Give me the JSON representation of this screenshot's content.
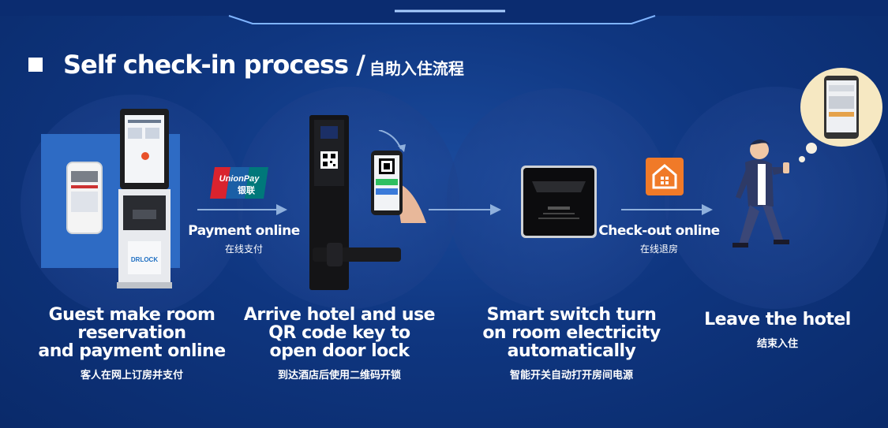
{
  "header": {
    "title_en": "Self check-in process /",
    "title_zh": "自助入住流程"
  },
  "steps": [
    {
      "en_lines": [
        "Guest make room",
        "reservation",
        "and payment online"
      ],
      "zh": "客人在网上订房并支付"
    },
    {
      "en_lines": [
        "Arrive hotel and use",
        "QR code key to",
        "open door lock"
      ],
      "zh": "到达酒店后使用二维码开锁"
    },
    {
      "en_lines": [
        "Smart switch turn",
        "on room electricity",
        "automatically"
      ],
      "zh": "智能开关自动打开房间电源"
    },
    {
      "en_lines": [
        "Leave the hotel"
      ],
      "zh": "结束入住"
    }
  ],
  "connectors": [
    {
      "en": "Payment online",
      "zh": "在线支付"
    },
    {
      "en": "Check-out online",
      "zh": "在线退房"
    }
  ],
  "images": {
    "unionpay_line1": "UnionPay",
    "unionpay_line2": "银联",
    "kiosk_brand": "DRLOCK"
  },
  "colors": {
    "background": "#0f3680",
    "circle": "#2a55a8",
    "arrow": "#8fb0dc",
    "text": "#ffffff",
    "house_icon": "#f07a28",
    "unionpay_red": "#d9232e",
    "unionpay_blue": "#1b5fa6",
    "unionpay_green": "#00787a"
  },
  "icons": [
    "bullet-square-icon",
    "unionpay-logo",
    "house-icon",
    "arrow-right-icon",
    "qr-code-icon",
    "phone-icon",
    "thought-bubble-icon"
  ]
}
